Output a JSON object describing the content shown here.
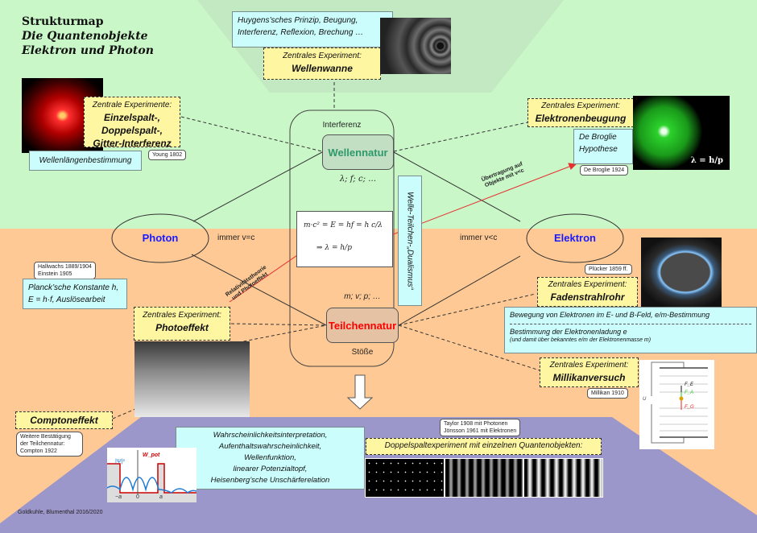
{
  "title": {
    "line1": "Strukturmap",
    "line2": "Die Quantenobjekte",
    "line3": "Elektron und Photon"
  },
  "wave_tank": {
    "topics": [
      "Huygens’sches Prinzip, Beugung,",
      "Interferenz, Reflexion, Brechung …"
    ],
    "experiment_label": "Zentrales Experiment:",
    "experiment_name": "Wellenwanne"
  },
  "interference": {
    "experiment_label": "Zentrale Experimente:",
    "experiments": [
      "Einzelspalt-,",
      "Doppelspalt-,",
      "Gitter-Interferenz"
    ],
    "application": "Wellenlängenbestimmung",
    "tag": "Young 1802"
  },
  "electron_diffraction": {
    "experiment_label": "Zentrales Experiment:",
    "experiment_name": "Elektronenbeugung",
    "hypothesis": [
      "De Broglie",
      "Hypothese"
    ],
    "tag": "De Broglie 1924",
    "photo_formula": "λ = h/p"
  },
  "center": {
    "top_label": "Interferenz",
    "wave_node": "Wellennatur",
    "wave_quantities": "λ; f; c; …",
    "formula_line1": "m·c² = E = hf = h c/λ",
    "formula_line2": "⇒  λ = h/p",
    "particle_quantities": "m; v; p; …",
    "particle_node": "Teilchennatur",
    "bottom_label": "Stöße",
    "duality": "Welle-Teilchen-„Dualismus“"
  },
  "photon": {
    "label": "Photon",
    "speed_note": "immer v=c",
    "tag_lines": [
      "Hallwachs 1889/1904",
      "Einstein 1905"
    ],
    "planck": [
      "Planck’sche Konstante h,",
      "E = h·f, Auslösearbeit"
    ],
    "relativity_note": [
      "Relativitätstheorie",
      "und Photoeffekt"
    ]
  },
  "electron": {
    "label": "Elektron",
    "speed_note": "immer v<c",
    "transfer_note": [
      "Übertragung auf",
      "Objekte mit v<c"
    ]
  },
  "photoeffect": {
    "experiment_label": "Zentrales Experiment:",
    "experiment_name": "Photoeffekt"
  },
  "compton": {
    "name": "Comptoneffekt",
    "tag_lines": [
      "Weitere Bestätigung",
      "der Teilchennatur:",
      "Compton 1922"
    ]
  },
  "fadenstrahl": {
    "tag": "Plücker 1859 ff.",
    "experiment_label": "Zentrales Experiment:",
    "experiment_name": "Fadenstrahlrohr",
    "description_line1": "Bewegung von Elektronen im E- und B-Feld, e/m-Bestimmung",
    "description_line2": "Bestimmung der Elektronenladung e",
    "description_line3": "(und damit über bekanntes e/m der Elektronenmasse m)"
  },
  "millikan": {
    "experiment_label": "Zentrales Experiment:",
    "experiment_name": "Millikanversuch",
    "tag": "Millikan 1910",
    "force_labels": [
      "F_E",
      "F_A",
      "F_G"
    ],
    "voltage_label": "U"
  },
  "quantum": {
    "topics": [
      "Wahrscheinlichkeitsinterpretation,",
      "Aufenthaltswahrscheinlichkeit,",
      "Wellenfunktion,",
      "linearer Potenzialtopf,",
      "Heisenberg’sche Unschärferelation"
    ],
    "plot_labels": {
      "psi": "|Ψ|²",
      "wpot": "W_pot",
      "ticks": [
        "−a",
        "0",
        "a"
      ]
    },
    "double_slit_tag": [
      "Taylor 1908 mit Photonen",
      "Jönsson 1961 mit Elektronen"
    ],
    "double_slit_label": "Doppelspaltexperiment mit einzelnen Quantenobjekten:"
  },
  "footer": "Goldkuhle, Blumenthal 2016/2020",
  "colors": {
    "green_bg": "#c9f7c8",
    "orange_bg": "#fec994",
    "purple_bg": "#9b97cb",
    "cyan_box": "#ccfdfd",
    "yellow_box": "#fff6a2",
    "wave_text": "#2c9a6a",
    "particle_text": "#ff0000",
    "node_blue": "#1a1aff"
  }
}
